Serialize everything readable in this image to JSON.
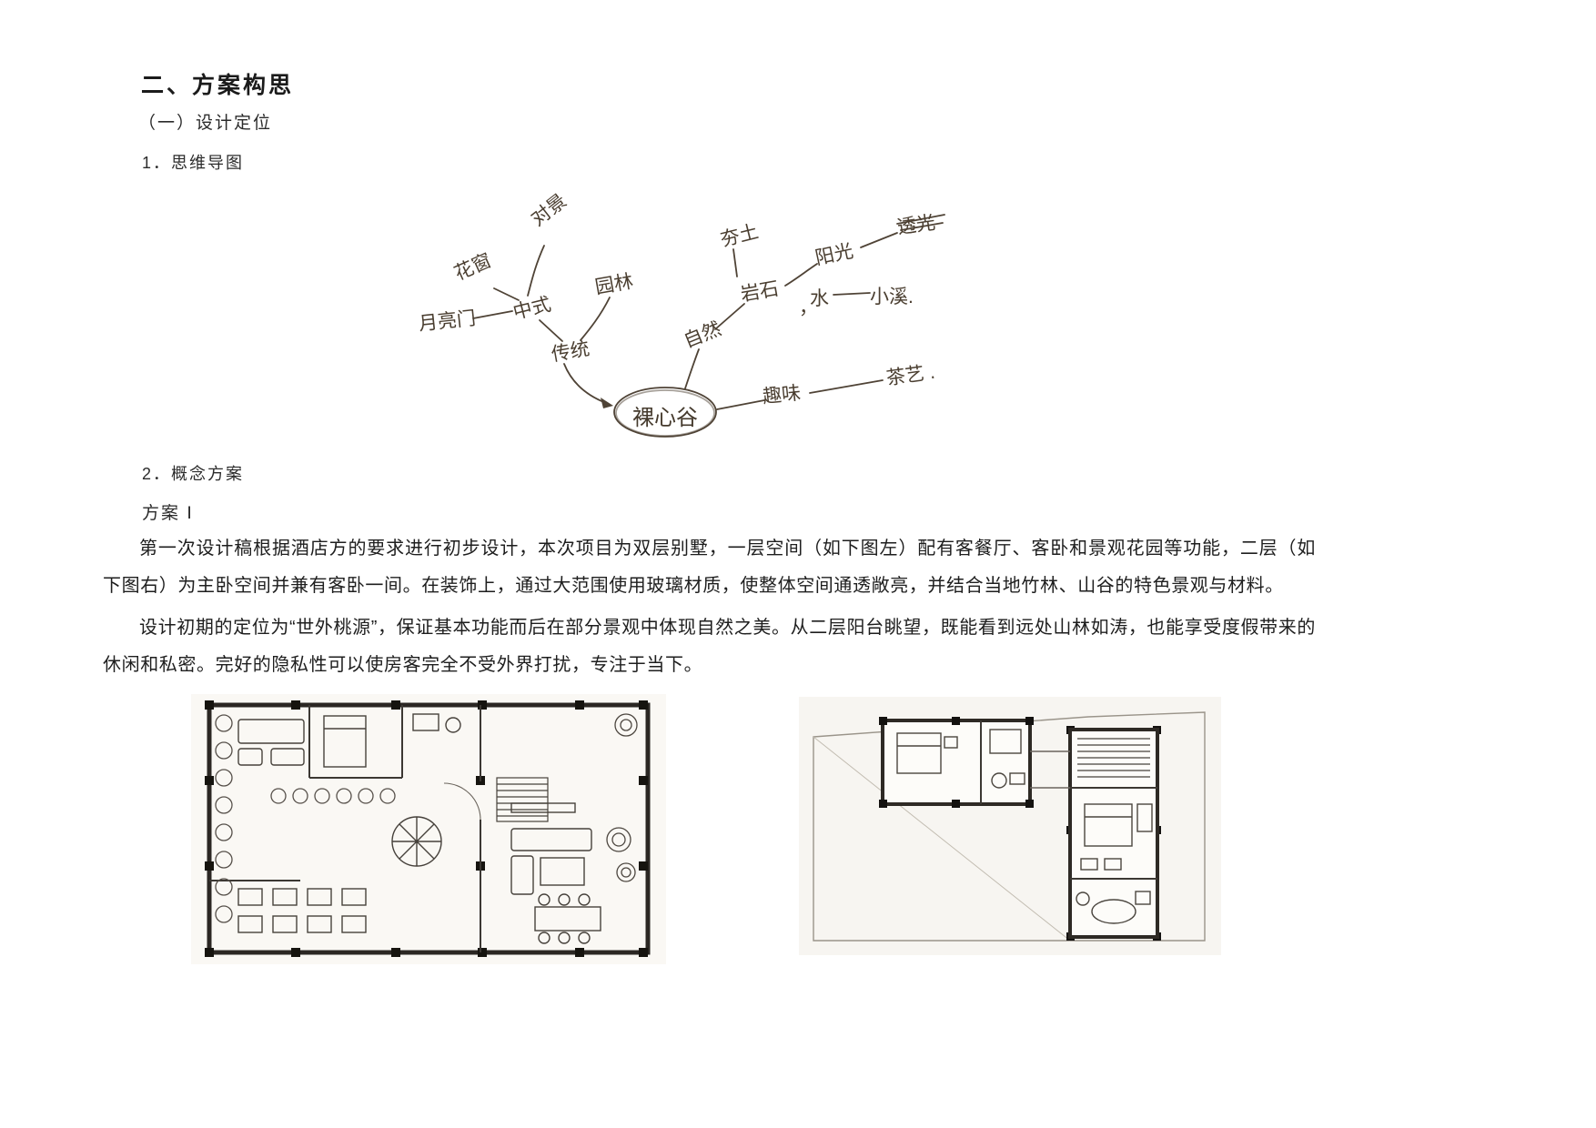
{
  "page": {
    "heading": "二、方案构思",
    "subheading": "（一）设计定位",
    "item_mindmap": "1．思维导图",
    "item_concept": "2．概念方案",
    "scheme_label": "方案 Ⅰ",
    "paragraph1": "第一次设计稿根据酒店方的要求进行初步设计，本次项目为双层别墅，一层空间（如下图左）配有客餐厅、客卧和景观花园等功能，二层（如下图右）为主卧空间并兼有客卧一间。在装饰上，通过大范围使用玻璃材质，使整体空间通透敞亮，并结合当地竹林、山谷的特色景观与材料。",
    "paragraph2": "设计初期的定位为“世外桃源”，保证基本功能而后在部分景观中体现自然之美。从二层阳台眺望，既能看到远处山林如涛，也能享受度假带来的休闲和私密。完好的隐私性可以使房客完全不受外界打扰，专注于当下。"
  },
  "mindmap": {
    "center": "裸心谷",
    "labels": [
      "对景",
      "花窗",
      "月亮门",
      "中式",
      "园林",
      "传统",
      "自然",
      "夯土",
      "岩石",
      "阳光",
      "透光",
      "水",
      "小溪.",
      "趣味",
      "茶艺 .",
      "，"
    ],
    "ink_color": "#4f4336"
  },
  "figures": {
    "left_figure": "first-floor-plan-sketch",
    "right_figure": "second-floor-plan-sketch"
  }
}
